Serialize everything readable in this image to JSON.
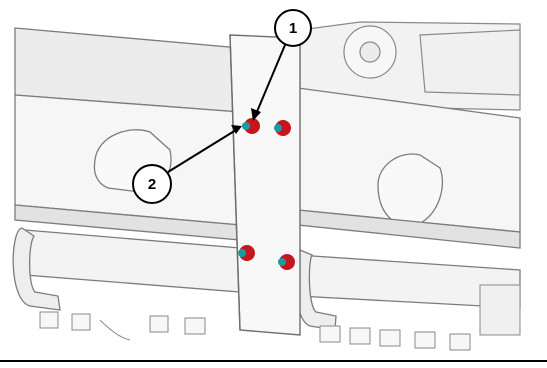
{
  "callouts": [
    {
      "number": "1",
      "label": "1"
    },
    {
      "number": "2",
      "label": "2"
    }
  ],
  "colors": {
    "fastener_head": "#c4161c",
    "fastener_tip": "#1a9aa0",
    "line_art": "#7c7c7c",
    "bottom_rule": "#000000"
  }
}
